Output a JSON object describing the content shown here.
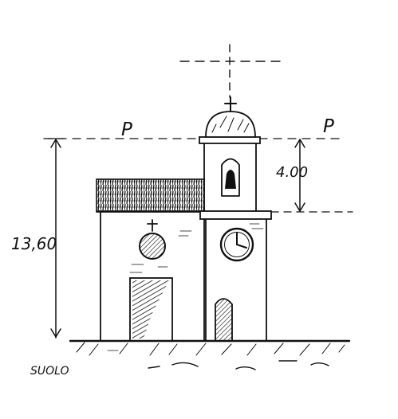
{
  "labels": {
    "plane_left": "P",
    "plane_right": "P",
    "height_total": "13,60",
    "height_tower": "4.00",
    "ground": "SUOLO"
  },
  "colors": {
    "ink": "#111111",
    "paper": "#ffffff"
  }
}
